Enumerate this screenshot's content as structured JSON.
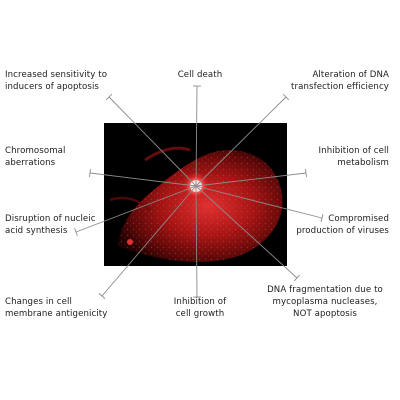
{
  "diagram": {
    "center_image": "red fluorescent micrograph of a cell with a bright glowing central spot",
    "effects": [
      {
        "id": "apoptosis",
        "lines": [
          "Increased sensitivity to",
          "inducers of apoptosis"
        ]
      },
      {
        "id": "cell-death",
        "lines": [
          "Cell death"
        ]
      },
      {
        "id": "transfection",
        "lines": [
          "Alteration of DNA",
          "transfection efficiency"
        ]
      },
      {
        "id": "chromosomal",
        "lines": [
          "Chromosomal",
          "aberrations"
        ]
      },
      {
        "id": "metabolism",
        "lines": [
          "Inhibition of cell",
          "metabolism"
        ]
      },
      {
        "id": "nucleic",
        "lines": [
          "Disruption of nucleic",
          "acid synthesis"
        ]
      },
      {
        "id": "viruses",
        "lines": [
          "Compromised",
          "production of viruses"
        ]
      },
      {
        "id": "antigenicity",
        "lines": [
          "Changes in cell",
          "membrane antigenicity"
        ]
      },
      {
        "id": "growth",
        "lines": [
          "Inhibition of",
          "cell growth"
        ]
      },
      {
        "id": "dna-frag",
        "lines": [
          "DNA fragmentation due to",
          "mycoplasma nucleases,",
          "NOT apoptosis"
        ]
      }
    ],
    "colors": {
      "line": "#8c8c8c",
      "text": "#1b1b1b",
      "glow": "#ff3a3a",
      "background": "#000000"
    }
  }
}
